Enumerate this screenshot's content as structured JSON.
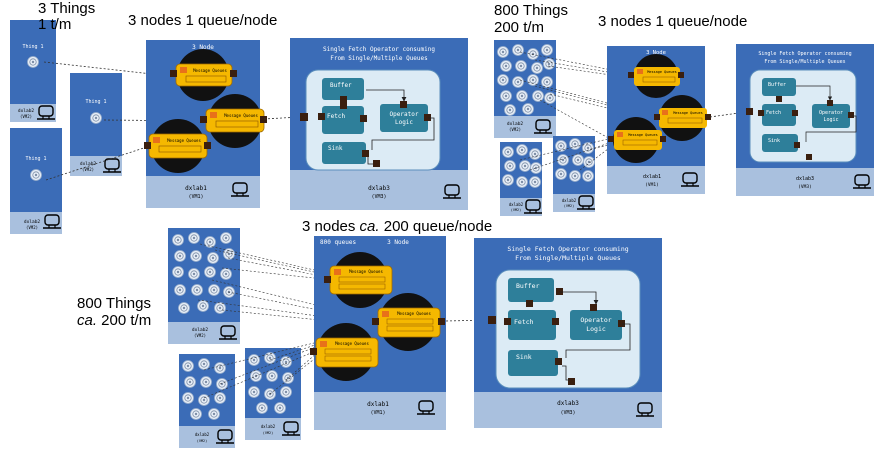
{
  "colors": {
    "vm_blue": "#3b6cb7",
    "vm_footer": "#a9c0de",
    "panel": "#dcebf5",
    "op_box": "#2e7f9a",
    "queue_yellow": "#f5b800",
    "queue_orange": "#e8711a",
    "port": "#3a1f0f",
    "line": "#222222"
  },
  "icons": [
    "computer-icon",
    "thing-icon",
    "message-queue-icon"
  ],
  "annotations": {
    "top_left": {
      "things": "3 Things",
      "rate": "1 t/m",
      "nodes": "3  nodes 1 queue/node"
    },
    "top_right": {
      "things": "800 Things",
      "rate": "200 t/m",
      "nodes": "3 nodes 1 queue/node"
    },
    "bottom": {
      "nodes_prefix": "3 nodes ",
      "nodes_italic": "ca.",
      "nodes_suffix": " 200 queue/node",
      "things": "800 Things",
      "rate_italic": "ca.",
      "rate_suffix": " 200 t/m"
    }
  },
  "vm": {
    "vm1_title": "dxlab1",
    "vm1_sub": "(VM1)",
    "vm2_title": "dxlab2",
    "vm2_sub": "(VM2)",
    "vm3_title": "dxlab3",
    "vm3_sub": "(VM3)",
    "node_header": "3 Node",
    "queues_label": "800 queues",
    "thing_label": "Thing 1"
  },
  "queue": {
    "label": "Message Queues"
  },
  "operator": {
    "title_line1": "Single Fetch Operator consuming",
    "title_line2": "From Single/Multiple Queues",
    "buffer": "Buffer",
    "fetch": "Fetch",
    "logic_line1": "Operator",
    "logic_line2": "Logic",
    "sink": "Sink"
  }
}
